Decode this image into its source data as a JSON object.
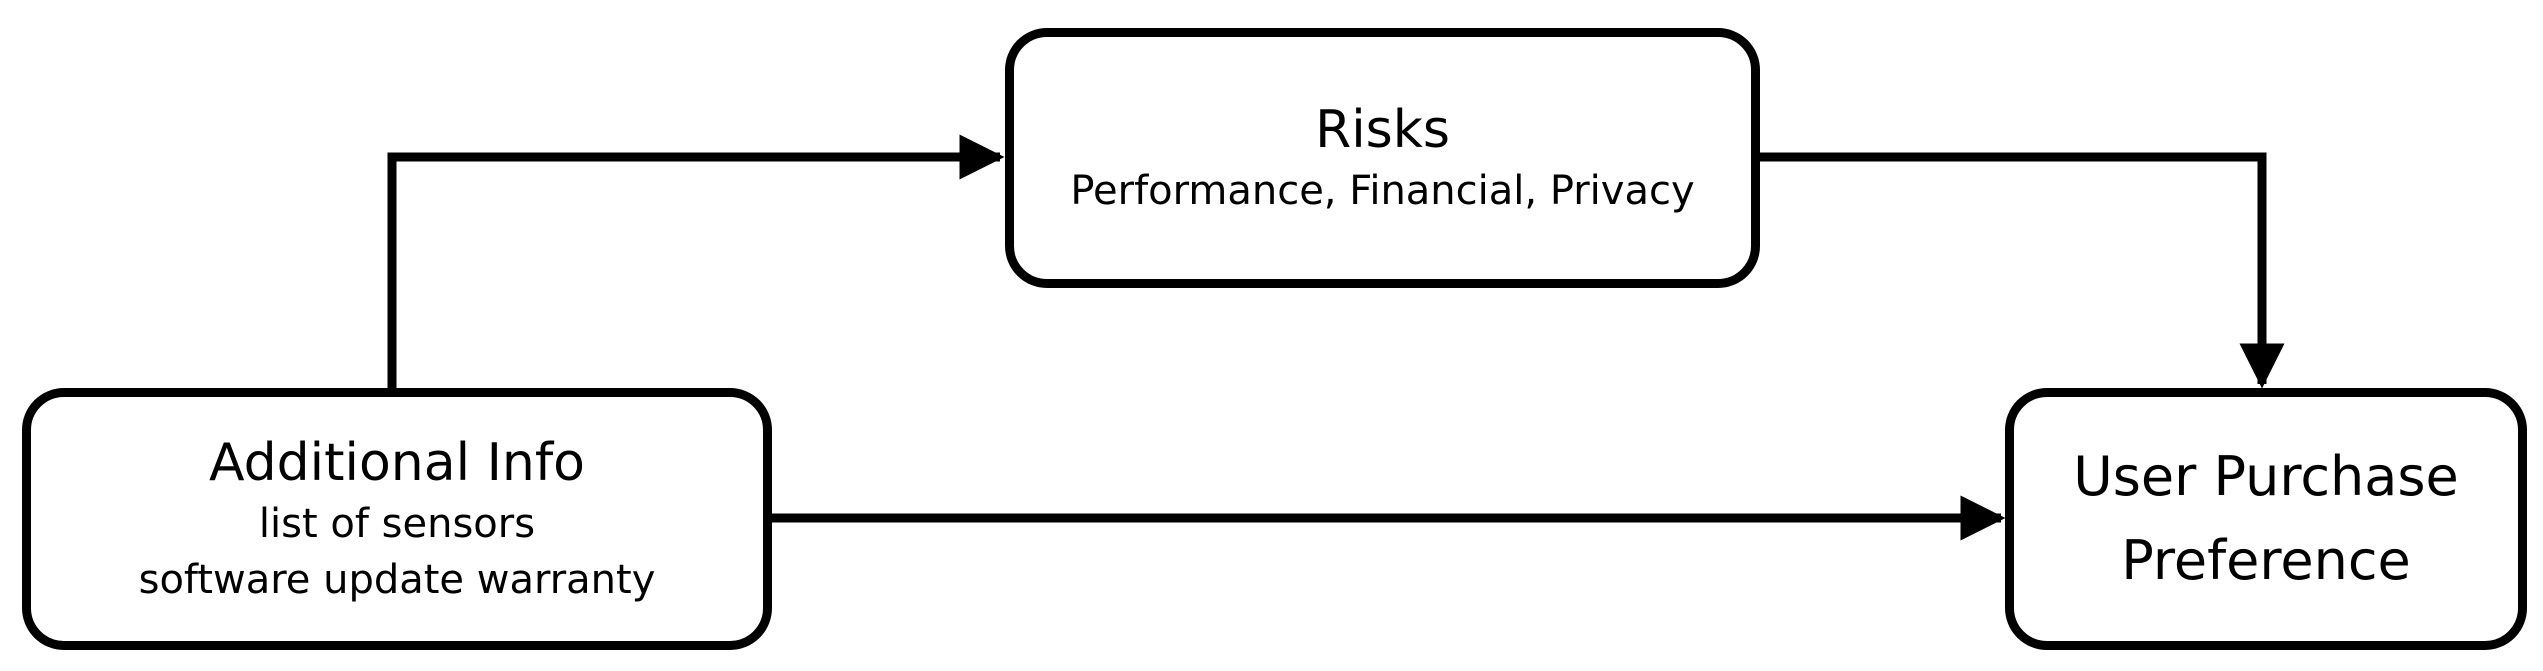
{
  "nodes": {
    "risks": {
      "title": "Risks",
      "subtitle": "Performance, Financial, Privacy"
    },
    "additional_info": {
      "title": "Additional Info",
      "lines": [
        "list of sensors",
        "software update warranty"
      ]
    },
    "user_purchase_preference": {
      "lines": [
        "User Purchase",
        "Preference"
      ]
    }
  },
  "edges": [
    {
      "from": "additional_info",
      "to": "risks"
    },
    {
      "from": "risks",
      "to": "user_purchase_preference"
    },
    {
      "from": "additional_info",
      "to": "user_purchase_preference"
    }
  ],
  "colors": {
    "stroke": "#000000",
    "background": "#ffffff"
  }
}
